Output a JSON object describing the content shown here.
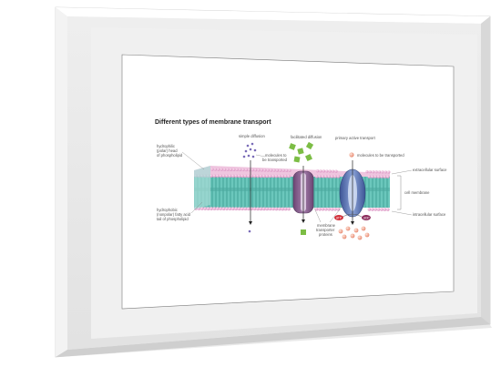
{
  "diagram": {
    "title": "Different types of membrane transport",
    "sections": {
      "simple": "simple diffusion",
      "facilitated": "facilitated diffusion",
      "active": "primary active transport"
    },
    "labels": {
      "head_1": "hydrophilic",
      "head_2": "(polar) head",
      "head_3": "of phospholipid",
      "tail_1": "hydrophobic",
      "tail_2": "(nonpolar) fatty acid",
      "tail_3": "tail of phospholipid",
      "molecules_1": "molecules to",
      "molecules_2": "be transported",
      "molecules_active": "molecules to be transported",
      "extracellular": "extracellular surface",
      "membrane": "cell membrane",
      "intracellular": "intracellular surface",
      "proteins_1": "membrane",
      "proteins_2": "transporter",
      "proteins_3": "proteins",
      "atp": "ATP",
      "adp": "ADP + Pi"
    },
    "colors": {
      "lipid_head": "#e6aed2",
      "lipid_tail": "#59bcb2",
      "channel_protein": "#8a5f90",
      "pump_protein": "#5a74b4",
      "small_molecule": "#7a6cb8",
      "facilitated_molecule": "#7cbd45",
      "active_molecule": "#f0a690",
      "atp": "#d2303a"
    }
  }
}
